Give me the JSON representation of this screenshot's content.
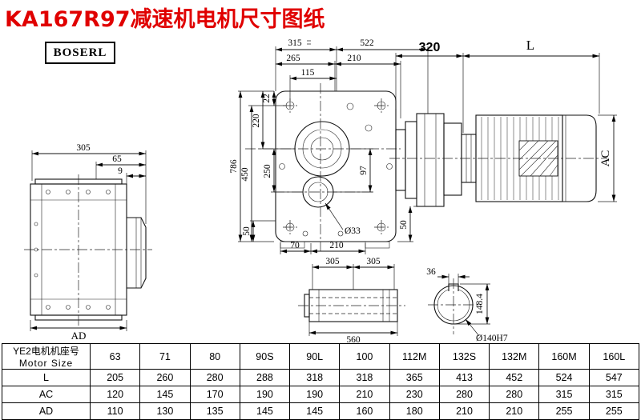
{
  "page": {
    "title": "KA167R97减速机电机尺寸图纸",
    "logo": "BOSERL",
    "accent_red": "#e00000"
  },
  "left_view": {
    "d305": "305",
    "d65": "65",
    "d9": "9",
    "dAD": "AD"
  },
  "front_view": {
    "d315": "315",
    "d522": "522",
    "d265": "265",
    "d210_top": "210",
    "d115": "115",
    "d22": "22",
    "d220": "220",
    "d250": "250",
    "d450": "450",
    "d786": "786",
    "d97": "97",
    "d50_right": "50",
    "d50_bottom": "50",
    "d70": "70",
    "d210_bottom": "210",
    "d33": "Ø33"
  },
  "motor_view": {
    "d320": "320",
    "dL": "L",
    "dAC": "AC"
  },
  "shaft_view": {
    "d305a": "305",
    "d305b": "305",
    "d560": "560"
  },
  "end_view": {
    "d36": "36",
    "d148": "148.4",
    "d140": "Ø140H7"
  },
  "table": {
    "header_cn": "YE2电机机座号",
    "header_en": "Motor Size",
    "columns": [
      "63",
      "71",
      "80",
      "90S",
      "90L",
      "100",
      "112M",
      "132S",
      "132M",
      "160M",
      "160L"
    ],
    "rows": [
      {
        "label": "L",
        "values": [
          "205",
          "260",
          "280",
          "288",
          "318",
          "318",
          "365",
          "413",
          "452",
          "524",
          "547"
        ]
      },
      {
        "label": "AC",
        "values": [
          "120",
          "145",
          "170",
          "190",
          "190",
          "210",
          "230",
          "280",
          "280",
          "315",
          "315"
        ]
      },
      {
        "label": "AD",
        "values": [
          "110",
          "130",
          "135",
          "145",
          "145",
          "160",
          "180",
          "210",
          "210",
          "255",
          "255"
        ]
      }
    ]
  }
}
